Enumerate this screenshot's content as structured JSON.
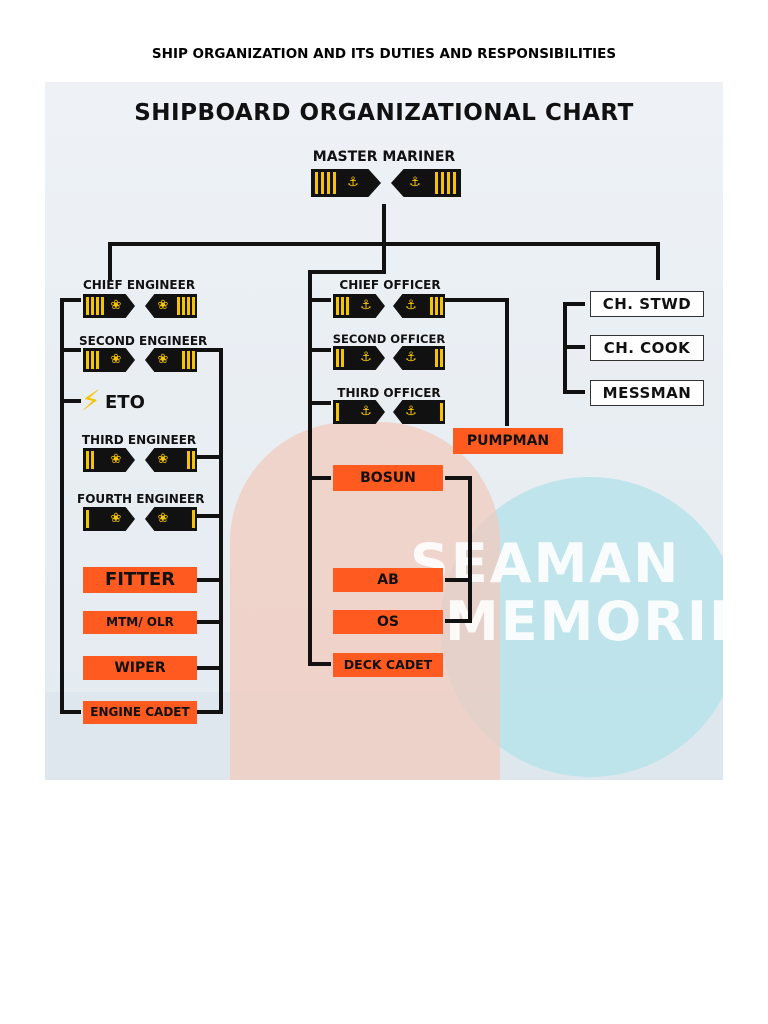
{
  "document": {
    "title": "SHIP ORGANIZATION AND ITS DUTIES AND RESPONSIBILITIES"
  },
  "chart": {
    "title": "SHIPBOARD ORGANIZATIONAL CHART"
  },
  "watermark": {
    "line1": "SEAMAN",
    "line2": "MEMORIE"
  },
  "roles": {
    "master": "MASTER MARINER",
    "chief_engineer": "CHIEF ENGINEER",
    "second_engineer": "SECOND ENGINEER",
    "eto": "ETO",
    "third_engineer": "THIRD ENGINEER",
    "fourth_engineer": "FOURTH ENGINEER",
    "fitter": "FITTER",
    "mtm_olr": "MTM/ OLR",
    "wiper": "WIPER",
    "engine_cadet": "ENGINE CADET",
    "chief_officer": "CHIEF OFFICER",
    "second_officer": "SECOND OFFICER",
    "third_officer": "THIRD OFFICER",
    "pumpman": "PUMPMAN",
    "bosun": "BOSUN",
    "ab": "AB",
    "os": "OS",
    "deck_cadet": "DECK CADET",
    "ch_stwd": "CH. STWD",
    "ch_cook": "CH. COOK",
    "messman": "MESSMAN"
  },
  "icons": {
    "deck_emblem": "crossed-anchors-icon",
    "engine_emblem": "propeller-icon",
    "eto_emblem": "lightning-bolt-icon"
  },
  "colors": {
    "rating_box": "#ff5a1f",
    "stripe": "#f5c400",
    "epaulette": "#111111"
  }
}
